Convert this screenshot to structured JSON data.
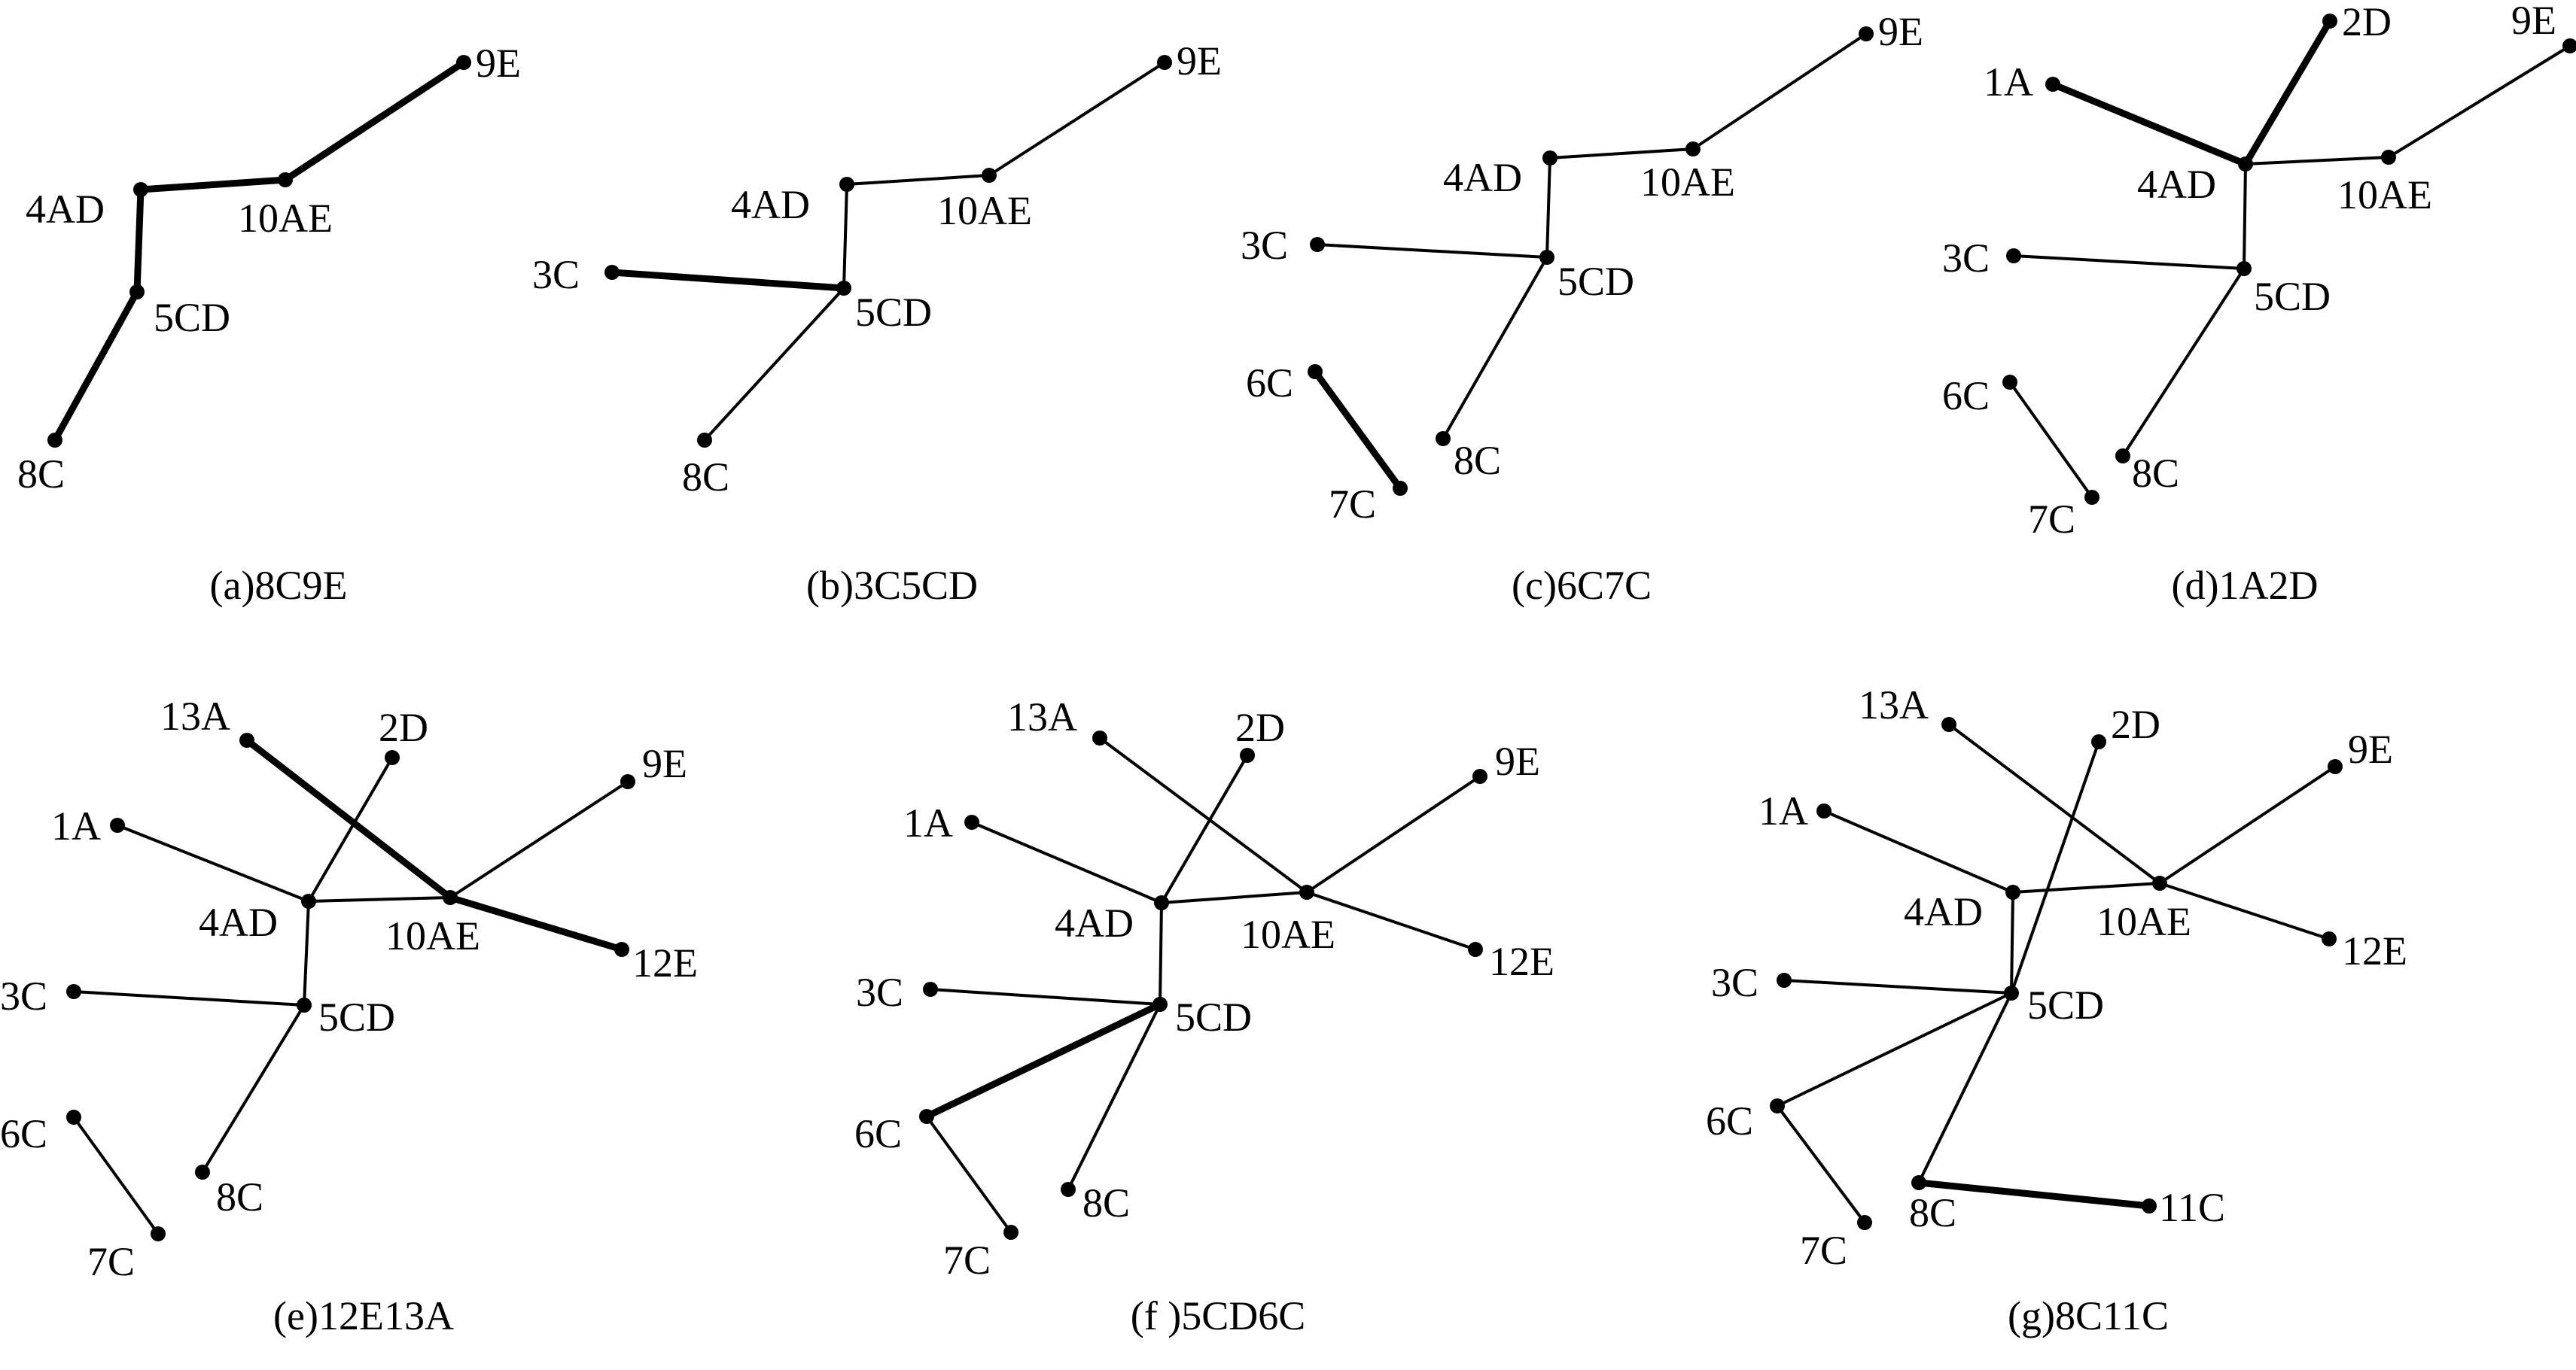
{
  "colors": {
    "background": "#ffffff",
    "ink": "#000000"
  },
  "panels": [
    {
      "caption": "(a)8C9E",
      "nodes": [
        {
          "id": "9E",
          "label": "9E"
        },
        {
          "id": "4AD",
          "label": "4AD"
        },
        {
          "id": "10AE",
          "label": "10AE"
        },
        {
          "id": "5CD",
          "label": "5CD"
        },
        {
          "id": "8C",
          "label": "8C"
        }
      ],
      "edges": [
        {
          "from": "4AD",
          "to": "10AE",
          "bold": true
        },
        {
          "from": "10AE",
          "to": "9E",
          "bold": true
        },
        {
          "from": "4AD",
          "to": "5CD",
          "bold": true
        },
        {
          "from": "5CD",
          "to": "8C",
          "bold": true
        }
      ]
    },
    {
      "caption": "(b)3C5CD",
      "nodes": [
        {
          "id": "9E",
          "label": "9E"
        },
        {
          "id": "4AD",
          "label": "4AD"
        },
        {
          "id": "10AE",
          "label": "10AE"
        },
        {
          "id": "3C",
          "label": "3C"
        },
        {
          "id": "5CD",
          "label": "5CD"
        },
        {
          "id": "8C",
          "label": "8C"
        }
      ],
      "edges": [
        {
          "from": "4AD",
          "to": "10AE",
          "bold": false
        },
        {
          "from": "10AE",
          "to": "9E",
          "bold": false
        },
        {
          "from": "4AD",
          "to": "5CD",
          "bold": false
        },
        {
          "from": "3C",
          "to": "5CD",
          "bold": true
        },
        {
          "from": "5CD",
          "to": "8C",
          "bold": false
        }
      ]
    },
    {
      "caption": "(c)6C7C",
      "nodes": [
        {
          "id": "9E",
          "label": "9E"
        },
        {
          "id": "4AD",
          "label": "4AD"
        },
        {
          "id": "10AE",
          "label": "10AE"
        },
        {
          "id": "3C",
          "label": "3C"
        },
        {
          "id": "5CD",
          "label": "5CD"
        },
        {
          "id": "6C",
          "label": "6C"
        },
        {
          "id": "8C",
          "label": "8C"
        },
        {
          "id": "7C",
          "label": "7C"
        }
      ],
      "edges": [
        {
          "from": "4AD",
          "to": "10AE",
          "bold": false
        },
        {
          "from": "10AE",
          "to": "9E",
          "bold": false
        },
        {
          "from": "4AD",
          "to": "5CD",
          "bold": false
        },
        {
          "from": "3C",
          "to": "5CD",
          "bold": false
        },
        {
          "from": "5CD",
          "to": "8C",
          "bold": false
        },
        {
          "from": "6C",
          "to": "7C",
          "bold": true
        }
      ]
    },
    {
      "caption": "(d)1A2D",
      "nodes": [
        {
          "id": "2D",
          "label": "2D"
        },
        {
          "id": "9E",
          "label": "9E"
        },
        {
          "id": "1A",
          "label": "1A"
        },
        {
          "id": "4AD",
          "label": "4AD"
        },
        {
          "id": "10AE",
          "label": "10AE"
        },
        {
          "id": "3C",
          "label": "3C"
        },
        {
          "id": "5CD",
          "label": "5CD"
        },
        {
          "id": "6C",
          "label": "6C"
        },
        {
          "id": "8C",
          "label": "8C"
        },
        {
          "id": "7C",
          "label": "7C"
        }
      ],
      "edges": [
        {
          "from": "1A",
          "to": "4AD",
          "bold": true
        },
        {
          "from": "2D",
          "to": "4AD",
          "bold": true
        },
        {
          "from": "4AD",
          "to": "10AE",
          "bold": false
        },
        {
          "from": "10AE",
          "to": "9E",
          "bold": false
        },
        {
          "from": "4AD",
          "to": "5CD",
          "bold": false
        },
        {
          "from": "3C",
          "to": "5CD",
          "bold": false
        },
        {
          "from": "5CD",
          "to": "8C",
          "bold": false
        },
        {
          "from": "6C",
          "to": "7C",
          "bold": false
        }
      ]
    },
    {
      "caption": "(e)12E13A",
      "nodes": [
        {
          "id": "13A",
          "label": "13A"
        },
        {
          "id": "2D",
          "label": "2D"
        },
        {
          "id": "9E",
          "label": "9E"
        },
        {
          "id": "1A",
          "label": "1A"
        },
        {
          "id": "4AD",
          "label": "4AD"
        },
        {
          "id": "10AE",
          "label": "10AE"
        },
        {
          "id": "12E",
          "label": "12E"
        },
        {
          "id": "3C",
          "label": "3C"
        },
        {
          "id": "5CD",
          "label": "5CD"
        },
        {
          "id": "6C",
          "label": "6C"
        },
        {
          "id": "8C",
          "label": "8C"
        },
        {
          "id": "7C",
          "label": "7C"
        }
      ],
      "edges": [
        {
          "from": "1A",
          "to": "4AD",
          "bold": false
        },
        {
          "from": "2D",
          "to": "4AD",
          "bold": false
        },
        {
          "from": "4AD",
          "to": "10AE",
          "bold": false
        },
        {
          "from": "10AE",
          "to": "9E",
          "bold": false
        },
        {
          "from": "13A",
          "to": "10AE",
          "bold": true
        },
        {
          "from": "10AE",
          "to": "12E",
          "bold": true
        },
        {
          "from": "4AD",
          "to": "5CD",
          "bold": false
        },
        {
          "from": "3C",
          "to": "5CD",
          "bold": false
        },
        {
          "from": "5CD",
          "to": "8C",
          "bold": false
        },
        {
          "from": "6C",
          "to": "7C",
          "bold": false
        }
      ]
    },
    {
      "caption": "(f )5CD6C",
      "nodes": [
        {
          "id": "13A",
          "label": "13A"
        },
        {
          "id": "2D",
          "label": "2D"
        },
        {
          "id": "9E",
          "label": "9E"
        },
        {
          "id": "1A",
          "label": "1A"
        },
        {
          "id": "4AD",
          "label": "4AD"
        },
        {
          "id": "10AE",
          "label": "10AE"
        },
        {
          "id": "12E",
          "label": "12E"
        },
        {
          "id": "3C",
          "label": "3C"
        },
        {
          "id": "5CD",
          "label": "5CD"
        },
        {
          "id": "6C",
          "label": "6C"
        },
        {
          "id": "8C",
          "label": "8C"
        },
        {
          "id": "7C",
          "label": "7C"
        }
      ],
      "edges": [
        {
          "from": "1A",
          "to": "4AD",
          "bold": false
        },
        {
          "from": "2D",
          "to": "4AD",
          "bold": false
        },
        {
          "from": "4AD",
          "to": "10AE",
          "bold": false
        },
        {
          "from": "10AE",
          "to": "9E",
          "bold": false
        },
        {
          "from": "13A",
          "to": "10AE",
          "bold": false
        },
        {
          "from": "10AE",
          "to": "12E",
          "bold": false
        },
        {
          "from": "4AD",
          "to": "5CD",
          "bold": false
        },
        {
          "from": "3C",
          "to": "5CD",
          "bold": false
        },
        {
          "from": "5CD",
          "to": "8C",
          "bold": false
        },
        {
          "from": "5CD",
          "to": "6C",
          "bold": true
        },
        {
          "from": "6C",
          "to": "7C",
          "bold": false
        }
      ]
    },
    {
      "caption": "(g)8C11C",
      "nodes": [
        {
          "id": "13A",
          "label": "13A"
        },
        {
          "id": "2D",
          "label": "2D"
        },
        {
          "id": "9E",
          "label": "9E"
        },
        {
          "id": "1A",
          "label": "1A"
        },
        {
          "id": "4AD",
          "label": "4AD"
        },
        {
          "id": "10AE",
          "label": "10AE"
        },
        {
          "id": "12E",
          "label": "12E"
        },
        {
          "id": "3C",
          "label": "3C"
        },
        {
          "id": "5CD",
          "label": "5CD"
        },
        {
          "id": "6C",
          "label": "6C"
        },
        {
          "id": "7C",
          "label": "7C"
        },
        {
          "id": "8C",
          "label": "8C"
        },
        {
          "id": "11C",
          "label": "11C"
        }
      ],
      "edges": [
        {
          "from": "1A",
          "to": "4AD",
          "bold": false
        },
        {
          "from": "4AD",
          "to": "10AE",
          "bold": false
        },
        {
          "from": "10AE",
          "to": "9E",
          "bold": false
        },
        {
          "from": "13A",
          "to": "10AE",
          "bold": false
        },
        {
          "from": "10AE",
          "to": "12E",
          "bold": false
        },
        {
          "from": "4AD",
          "to": "5CD",
          "bold": false
        },
        {
          "from": "3C",
          "to": "5CD",
          "bold": false
        },
        {
          "from": "2D",
          "to": "5CD",
          "bold": false
        },
        {
          "from": "5CD",
          "to": "6C",
          "bold": false
        },
        {
          "from": "5CD",
          "to": "8C",
          "bold": false
        },
        {
          "from": "6C",
          "to": "7C",
          "bold": false
        },
        {
          "from": "8C",
          "to": "11C",
          "bold": true
        }
      ]
    }
  ]
}
